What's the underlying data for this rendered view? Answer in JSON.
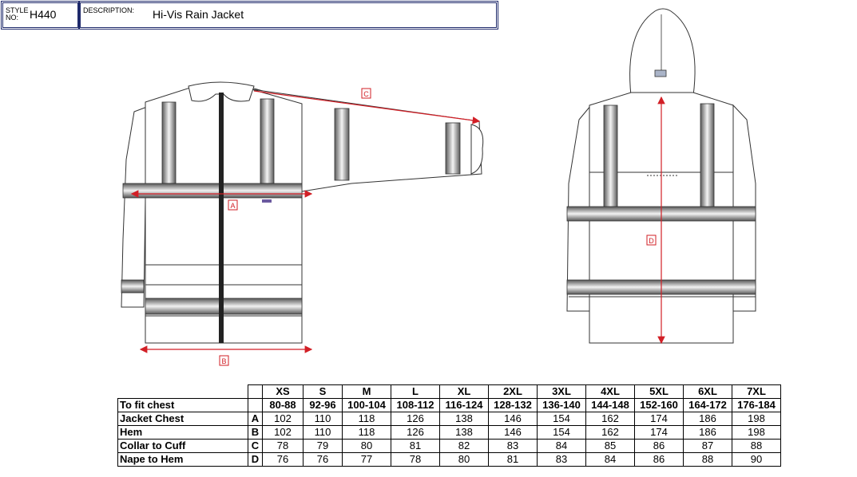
{
  "header": {
    "style_label": "STYLE NO:",
    "style_line1": "STYLE",
    "style_line2": "NO:",
    "style_value": "H440",
    "desc_label": "DESCRIPTION:",
    "desc_value": "Hi-Vis Rain Jacket"
  },
  "callouts": {
    "a": "A",
    "b": "B",
    "c": "C",
    "d": "D"
  },
  "colors": {
    "accent_red": "#d21f26",
    "border_navy": "#1f2a6b",
    "tape_grey": "#6e6e6e"
  },
  "table": {
    "sizes": [
      "XS",
      "S",
      "M",
      "L",
      "XL",
      "2XL",
      "3XL",
      "4XL",
      "5XL",
      "6XL",
      "7XL"
    ],
    "rows": [
      {
        "label": "To fit chest",
        "letter": "",
        "values": [
          "80-88",
          "92-96",
          "100-104",
          "108-112",
          "116-124",
          "128-132",
          "136-140",
          "144-148",
          "152-160",
          "164-172",
          "176-184"
        ]
      },
      {
        "label": "Jacket Chest",
        "letter": "A",
        "values": [
          "102",
          "110",
          "118",
          "126",
          "138",
          "146",
          "154",
          "162",
          "174",
          "186",
          "198"
        ]
      },
      {
        "label": "Hem",
        "letter": "B",
        "values": [
          "102",
          "110",
          "118",
          "126",
          "138",
          "146",
          "154",
          "162",
          "174",
          "186",
          "198"
        ]
      },
      {
        "label": "Collar to Cuff",
        "letter": "C",
        "values": [
          "78",
          "79",
          "80",
          "81",
          "82",
          "83",
          "84",
          "85",
          "86",
          "87",
          "88"
        ]
      },
      {
        "label": "Nape to Hem",
        "letter": "D",
        "values": [
          "76",
          "76",
          "77",
          "78",
          "80",
          "81",
          "83",
          "84",
          "86",
          "88",
          "90"
        ]
      }
    ]
  }
}
